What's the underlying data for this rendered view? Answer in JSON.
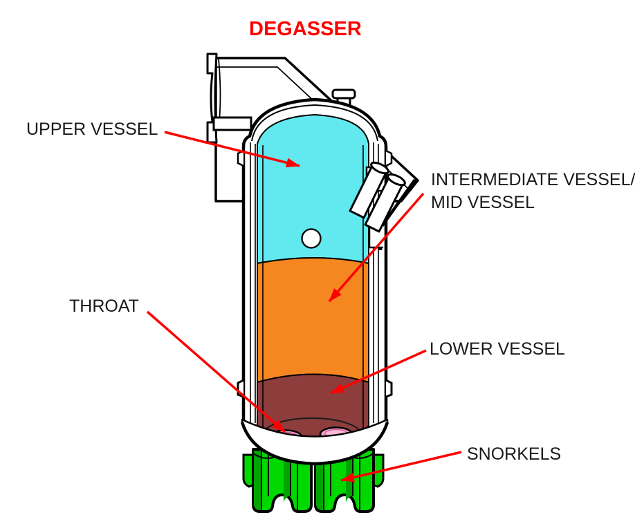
{
  "title": {
    "text": "DEGASSER",
    "color": "#FF0000"
  },
  "labels": {
    "upper_vessel": "UPPER VESSEL",
    "intermediate_vessel_line1": "INTERMEDIATE VESSEL/",
    "intermediate_vessel_line2": "MID VESSEL",
    "throat": "THROAT",
    "lower_vessel": "LOWER VESSEL",
    "snorkels": "SNORKELS"
  },
  "diagram": {
    "name": "degasser-vessel-cutaway",
    "arrow_color": "#FF0000",
    "outline_color": "#000000",
    "regions": {
      "upper_vessel_fill": "#62E9F0",
      "intermediate_vessel_fill": "#F6861F",
      "lower_vessel_fill": "#8E3D3D",
      "snorkel_fill": "#00D900",
      "snorkel_shade": "#00A300",
      "throat_opening_fill": "#F5A0C8",
      "throat_opening_inner": "#F9BCD8"
    }
  }
}
